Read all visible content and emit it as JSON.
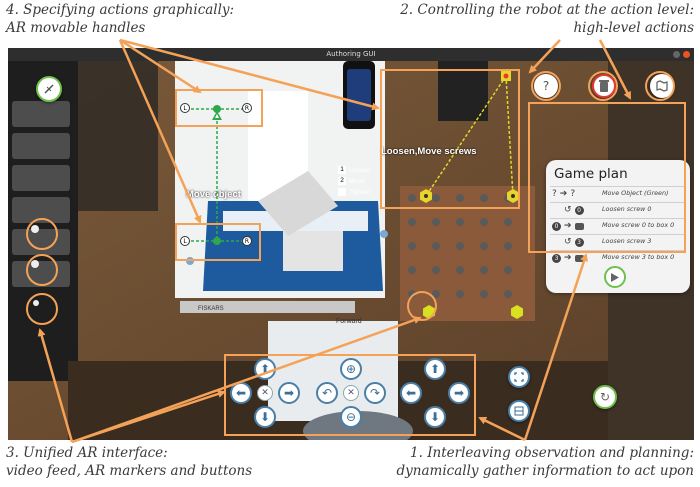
{
  "captions": {
    "top_left_line1": "4. Specifying actions graphically:",
    "top_left_line2": "AR movable handles",
    "top_right_line1": "2. Controlling the robot at the action level:",
    "top_right_line2": "high-level actions",
    "bottom_left_line1": "3. Unified AR interface:",
    "bottom_left_line2": "video feed, AR markers and buttons",
    "bottom_right_line1": "1. Interleaving observation and planning:",
    "bottom_right_line2": "dynamically gather information to act upon"
  },
  "window": {
    "title": "Authoring GUI"
  },
  "scene": {
    "move_object_label": "Move object",
    "loosen_label": "Loosen,Move screws",
    "handle_left": "L",
    "handle_right": "R",
    "menu": [
      {
        "num": "1",
        "label": "Loosen"
      },
      {
        "num": "2",
        "label": "Move"
      },
      {
        "num": "",
        "label": "Tighten"
      }
    ],
    "ruler_brand": "FISKARS",
    "forward_label": "Forward"
  },
  "top_buttons": {
    "help": "?",
    "trash": "trash-icon",
    "map": "map-icon"
  },
  "game_plan": {
    "title": "Game plan",
    "rows": [
      {
        "chip": "?",
        "target": "?",
        "text": "Move Object (Green)"
      },
      {
        "chip": "0",
        "target": "",
        "text": "Loosen screw 0"
      },
      {
        "chip": "0",
        "target": "",
        "text": "Move screw 0 to box 0"
      },
      {
        "chip": "3",
        "target": "",
        "text": "Loosen screw 3"
      },
      {
        "chip": "3",
        "target": "",
        "text": "Move screw 3 to box 0"
      }
    ]
  },
  "colors": {
    "accent_orange": "#f4a257",
    "handle_green": "#2ea84b",
    "marker_yellow": "#e7d52a"
  }
}
